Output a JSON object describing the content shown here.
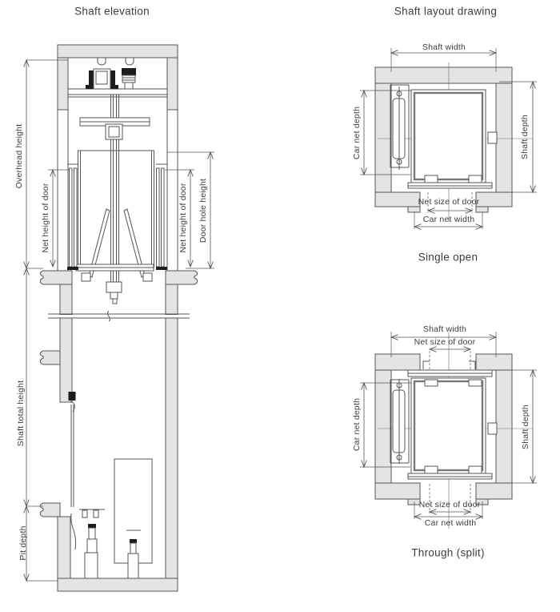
{
  "colors": {
    "wall_fill": "#e4e4e5",
    "line": "#55565a",
    "text": "#3b3c3e",
    "background": "#ffffff"
  },
  "elevation": {
    "title": "Shaft elevation",
    "labels": {
      "overhead_height": "Overhead height",
      "net_height_of_door_left": "Net height of door",
      "net_height_of_door_right": "Net height of door",
      "door_hole_height": "Door hole height",
      "shaft_total_height": "Shaft total height",
      "pit_depth": "Pit depth"
    }
  },
  "layout": {
    "title": "Shaft layout drawing",
    "single_open": {
      "caption": "Single open",
      "labels": {
        "shaft_width": "Shaft width",
        "car_net_depth": "Car net depth",
        "shaft_depth": "Shaft depth",
        "net_size_of_door": "Net size of door",
        "car_net_width": "Car net width"
      }
    },
    "through_split": {
      "caption": "Through (split)",
      "labels": {
        "shaft_width": "Shaft width",
        "net_size_of_door_top": "Net size of door",
        "car_net_depth": "Car net depth",
        "shaft_depth": "Shaft depth",
        "net_size_of_door_bottom": "Net size of door",
        "car_net_width": "Car net width"
      }
    }
  }
}
